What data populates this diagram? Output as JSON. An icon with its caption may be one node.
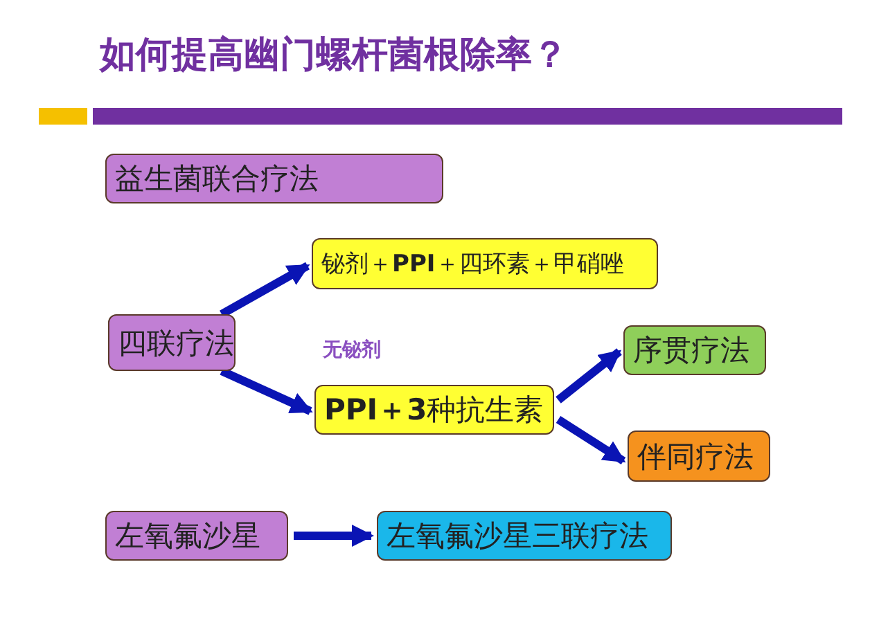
{
  "diagram": {
    "title": "如何提高幽门螺杆菌根除率？",
    "nodes": [
      {
        "text": [
          "益生菌联合疗法"
        ]
      },
      {
        "text": [
          "四联疗法"
        ]
      },
      {
        "text": [
          "铋剂＋**PPI**＋四环素＋甲硝唑"
        ]
      },
      {
        "text": [
          "**PPI＋3**种抗生素"
        ]
      },
      {
        "text": [
          "序贯疗法"
        ]
      },
      {
        "text": [
          "伴同疗法"
        ]
      },
      {
        "text": [
          "左氧氟沙星"
        ]
      },
      {
        "text": [
          "左氧氟沙星三联疗法"
        ]
      }
    ],
    "edges": [
      {
        "from": 1,
        "to": 2,
        "arrow": "to"
      },
      {
        "from": 1,
        "to": 3,
        "arrow": "to",
        "label": "无铋剂"
      },
      {
        "from": 3,
        "to": 4,
        "arrow": "to"
      },
      {
        "from": 3,
        "to": 5,
        "arrow": "to"
      },
      {
        "from": 6,
        "to": 7,
        "arrow": "to"
      }
    ]
  }
}
